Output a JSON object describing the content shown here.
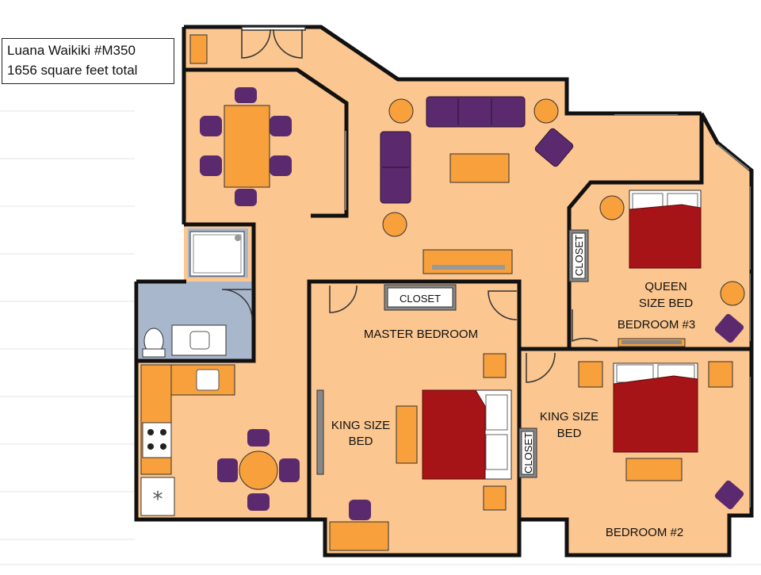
{
  "title": {
    "line1": "Luana Waikiki #M350",
    "line2": "1656 square feet total"
  },
  "rooms": {
    "master": "MASTER BEDROOM",
    "king_bed_master": [
      "KING SIZE",
      "BED"
    ],
    "king_bed_2": [
      "KING SIZE",
      "BED"
    ],
    "queen_bed": [
      "QUEEN",
      "SIZE BED"
    ],
    "bedroom3": "BEDROOM #3",
    "bedroom2": "BEDROOM #2"
  },
  "closets": {
    "master_top": "CLOSET",
    "master_side": "CLOSET",
    "bedroom3": "CLOSET"
  },
  "colors": {
    "floor": "#fbc68f",
    "bath_floor": "#a9b7cc",
    "wall": "#111111",
    "furniture_orange": "#f7a03c",
    "sofa_purple": "#5b2a6e",
    "bed_red": "#a61417",
    "grid_bg": "#ffffff"
  }
}
